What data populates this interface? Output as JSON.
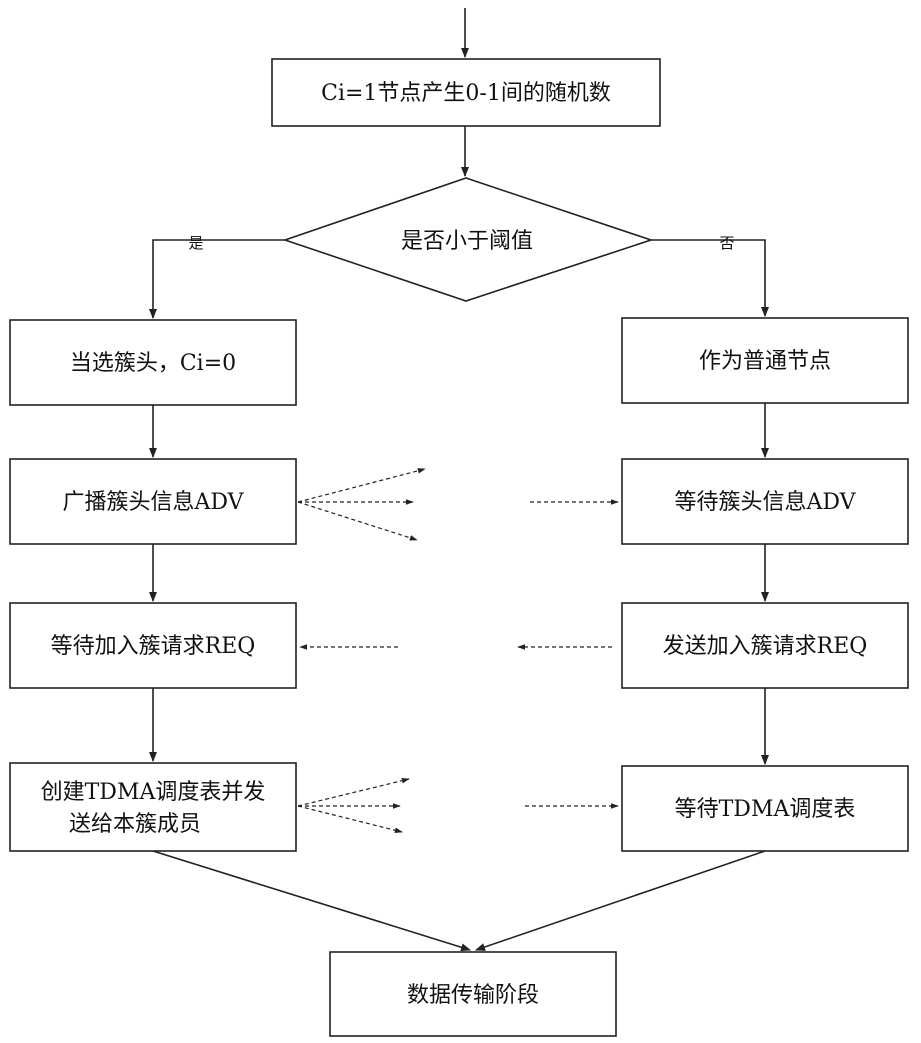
{
  "nodes": {
    "generate_random": "Ci=1节点产生0-1间的随机数",
    "threshold_check": "是否小于阈值",
    "elected_head": "当选簇头，Ci=0",
    "normal_node": "作为普通节点",
    "broadcast_adv": "广播簇头信息ADV",
    "wait_adv": "等待簇头信息ADV",
    "wait_join_req": "等待加入簇请求REQ",
    "send_join_req": "发送加入簇请求REQ",
    "create_tdma_line1": "创建TDMA调度表并发",
    "create_tdma_line2": "送给本簇成员",
    "wait_tdma": "等待TDMA调度表",
    "data_transfer": "数据传输阶段"
  },
  "edges": {
    "yes_label": "是",
    "no_label": "否"
  }
}
